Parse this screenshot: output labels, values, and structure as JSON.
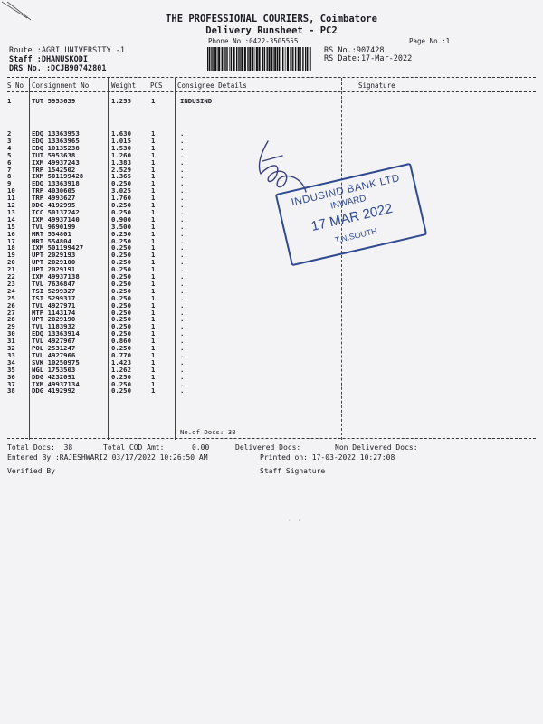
{
  "header": {
    "title": "THE PROFESSIONAL COURIERS, Coimbatore",
    "subtitle": "Delivery Runsheet - PC2",
    "phone": "Phone No.:0422-3505555",
    "page_no": "Page No.:1",
    "route": "Route :AGRI UNIVERSITY -1",
    "staff": "Staff :DHANUSKODI",
    "drs": "DRS No. :DCJB90742801",
    "rs_no": "RS No.:907428",
    "rs_date": "RS Date:17-Mar-2022"
  },
  "columns": {
    "sno": "S No",
    "consignment": "Consignment No",
    "weight": "Weight",
    "pcs": "PCS",
    "consignee": "Consignee Details",
    "signature": "Signature"
  },
  "rows": [
    {
      "sno": "1",
      "cons": "TUT 5953639",
      "wt": "1.255",
      "pcs": "1",
      "consignee": "INDUSIND"
    },
    {
      "sno": "2",
      "cons": "EDQ 13363953",
      "wt": "1.630",
      "pcs": "1",
      "mark": "."
    },
    {
      "sno": "3",
      "cons": "EDQ 13363965",
      "wt": "1.015",
      "pcs": "1",
      "mark": "."
    },
    {
      "sno": "4",
      "cons": "EDQ 10135238",
      "wt": "1.530",
      "pcs": "1",
      "mark": "."
    },
    {
      "sno": "5",
      "cons": "TUT 5953638",
      "wt": "1.260",
      "pcs": "1",
      "mark": "."
    },
    {
      "sno": "6",
      "cons": "IXM 49937243",
      "wt": "1.383",
      "pcs": "1",
      "mark": "."
    },
    {
      "sno": "7",
      "cons": "TRP 1542502",
      "wt": "2.529",
      "pcs": "1",
      "mark": "."
    },
    {
      "sno": "8",
      "cons": "IXM 501199428",
      "wt": "1.365",
      "pcs": "1",
      "mark": "."
    },
    {
      "sno": "9",
      "cons": "EDQ 13363918",
      "wt": "0.250",
      "pcs": "1",
      "mark": "."
    },
    {
      "sno": "10",
      "cons": "TRP 4030605",
      "wt": "3.025",
      "pcs": "1",
      "mark": "."
    },
    {
      "sno": "11",
      "cons": "TRP 4993627",
      "wt": "1.760",
      "pcs": "1",
      "mark": "."
    },
    {
      "sno": "12",
      "cons": "DDG 4192995",
      "wt": "0.250",
      "pcs": "1",
      "mark": "."
    },
    {
      "sno": "13",
      "cons": "TCC 50137242",
      "wt": "0.250",
      "pcs": "1",
      "mark": "."
    },
    {
      "sno": "14",
      "cons": "IXM 49937140",
      "wt": "0.900",
      "pcs": "1",
      "mark": "."
    },
    {
      "sno": "15",
      "cons": "TVL 9690199",
      "wt": "3.500",
      "pcs": "1",
      "mark": "."
    },
    {
      "sno": "16",
      "cons": "MRT 554801",
      "wt": "0.250",
      "pcs": "1",
      "mark": "."
    },
    {
      "sno": "17",
      "cons": "MRT 554804",
      "wt": "0.250",
      "pcs": "1",
      "mark": "."
    },
    {
      "sno": "18",
      "cons": "IXM 501199427",
      "wt": "0.250",
      "pcs": "1",
      "mark": "."
    },
    {
      "sno": "19",
      "cons": "UPT 2029193",
      "wt": "0.250",
      "pcs": "1",
      "mark": "."
    },
    {
      "sno": "20",
      "cons": "UPT 2029100",
      "wt": "0.250",
      "pcs": "1",
      "mark": "."
    },
    {
      "sno": "21",
      "cons": "UPT 2029191",
      "wt": "0.250",
      "pcs": "1",
      "mark": "."
    },
    {
      "sno": "22",
      "cons": "IXM 49937138",
      "wt": "0.250",
      "pcs": "1",
      "mark": "."
    },
    {
      "sno": "23",
      "cons": "TVL 7636847",
      "wt": "0.250",
      "pcs": "1",
      "mark": "."
    },
    {
      "sno": "24",
      "cons": "TSI 5299327",
      "wt": "0.250",
      "pcs": "1",
      "mark": "."
    },
    {
      "sno": "25",
      "cons": "TSI 5299317",
      "wt": "0.250",
      "pcs": "1",
      "mark": "."
    },
    {
      "sno": "26",
      "cons": "TVL 4927971",
      "wt": "0.250",
      "pcs": "1",
      "mark": "."
    },
    {
      "sno": "27",
      "cons": "MTP 1143174",
      "wt": "0.250",
      "pcs": "1",
      "mark": "."
    },
    {
      "sno": "28",
      "cons": "UPT 2029190",
      "wt": "0.250",
      "pcs": "1",
      "mark": "."
    },
    {
      "sno": "29",
      "cons": "TVL 1183932",
      "wt": "0.250",
      "pcs": "1",
      "mark": "."
    },
    {
      "sno": "30",
      "cons": "EDQ 13363914",
      "wt": "0.250",
      "pcs": "1",
      "mark": "."
    },
    {
      "sno": "31",
      "cons": "TVL 4927967",
      "wt": "0.860",
      "pcs": "1",
      "mark": "."
    },
    {
      "sno": "32",
      "cons": "POL 2531247",
      "wt": "0.250",
      "pcs": "1",
      "mark": "."
    },
    {
      "sno": "33",
      "cons": "TVL 4927966",
      "wt": "0.770",
      "pcs": "1",
      "mark": "."
    },
    {
      "sno": "34",
      "cons": "SVK 10250975",
      "wt": "1.423",
      "pcs": "1",
      "mark": "."
    },
    {
      "sno": "35",
      "cons": "NGL 1753503",
      "wt": "1.262",
      "pcs": "1",
      "mark": "."
    },
    {
      "sno": "36",
      "cons": "DDG 4232091",
      "wt": "0.250",
      "pcs": "1",
      "mark": "."
    },
    {
      "sno": "37",
      "cons": "IXM 49937134",
      "wt": "0.250",
      "pcs": "1",
      "mark": "."
    },
    {
      "sno": "38",
      "cons": "DDG 4192992",
      "wt": "0.250",
      "pcs": "1",
      "mark": "."
    }
  ],
  "no_of_docs": "No.of Docs: 38",
  "footer": {
    "total_docs": "Total Docs:  38",
    "total_cod": "Total COD Amt:",
    "cod_value": "0.00",
    "delivered": "Delivered Docs:",
    "non_delivered": "Non Delivered Docs:",
    "entered_by": "Entered By :RAJESHWARI2 03/17/2022 10:26:50 AM",
    "printed_on": "Printed on: 17-03-2022 10:27:08",
    "verified_by": "Verified By",
    "staff_signature": "Staff Signature"
  },
  "stamp": {
    "line1": "INDUSIND BANK LTD",
    "line2": "INWARD",
    "line3": "17 MAR 2022",
    "line4": "T.N.SOUTH"
  },
  "colors": {
    "stamp_ink": "#2f4a8f",
    "signature_ink": "#3a3f7a",
    "paper": "#f3f3f6",
    "print": "#1b1b22"
  }
}
